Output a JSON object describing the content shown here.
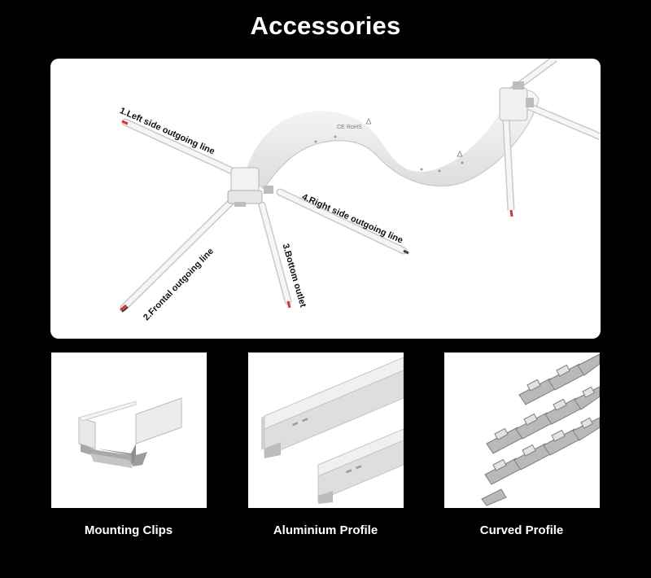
{
  "page": {
    "title": "Accessories"
  },
  "hero": {
    "callouts": {
      "left": "1.Left side outgoing line",
      "frontal": "2.Frontal outgoing line",
      "bottom": "3.Bottom outlet",
      "right": "4.Right side outgoing line"
    },
    "strip_marks": {
      "ce": "CE",
      "rohs": "RoHS"
    }
  },
  "products": [
    {
      "caption": "Mounting Clips"
    },
    {
      "caption": "Aluminium Profile"
    },
    {
      "caption": "Curved Profile"
    }
  ]
}
